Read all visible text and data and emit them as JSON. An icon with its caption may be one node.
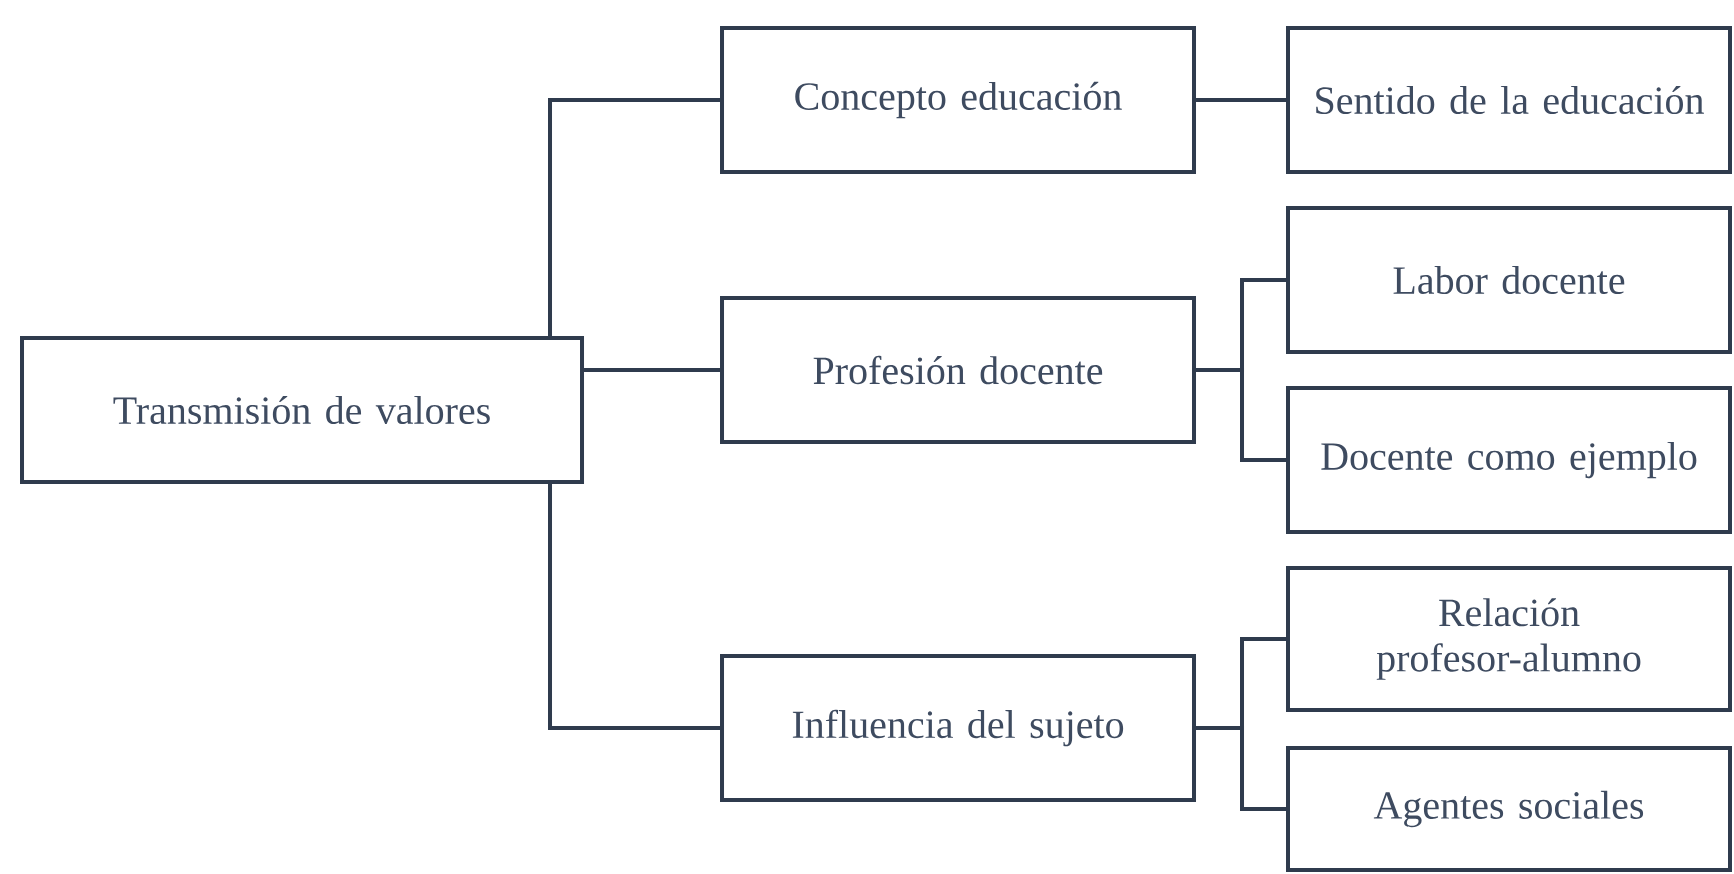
{
  "diagram": {
    "nodes": [
      {
        "text": [
          "Transmisión de valores"
        ]
      },
      {
        "text": [
          "Concepto educación"
        ]
      },
      {
        "text": [
          "Sentido de la educación"
        ]
      },
      {
        "text": [
          "Profesión docente"
        ]
      },
      {
        "text": [
          "Labor docente"
        ]
      },
      {
        "text": [
          "Docente como ejemplo"
        ]
      },
      {
        "text": [
          "Influencia del sujeto"
        ]
      },
      {
        "text": [
          "Relación profesor-alumno"
        ]
      },
      {
        "text": [
          "Agentes sociales"
        ]
      }
    ],
    "edges": [
      {
        "from": 0,
        "to": 1,
        "arrow": "none"
      },
      {
        "from": 1,
        "to": 2,
        "arrow": "none"
      },
      {
        "from": 0,
        "to": 3,
        "arrow": "none"
      },
      {
        "from": 3,
        "to": 4,
        "arrow": "none"
      },
      {
        "from": 3,
        "to": 5,
        "arrow": "none"
      },
      {
        "from": 0,
        "to": 6,
        "arrow": "none"
      },
      {
        "from": 6,
        "to": 7,
        "arrow": "none"
      },
      {
        "from": 6,
        "to": 8,
        "arrow": "none"
      }
    ]
  }
}
